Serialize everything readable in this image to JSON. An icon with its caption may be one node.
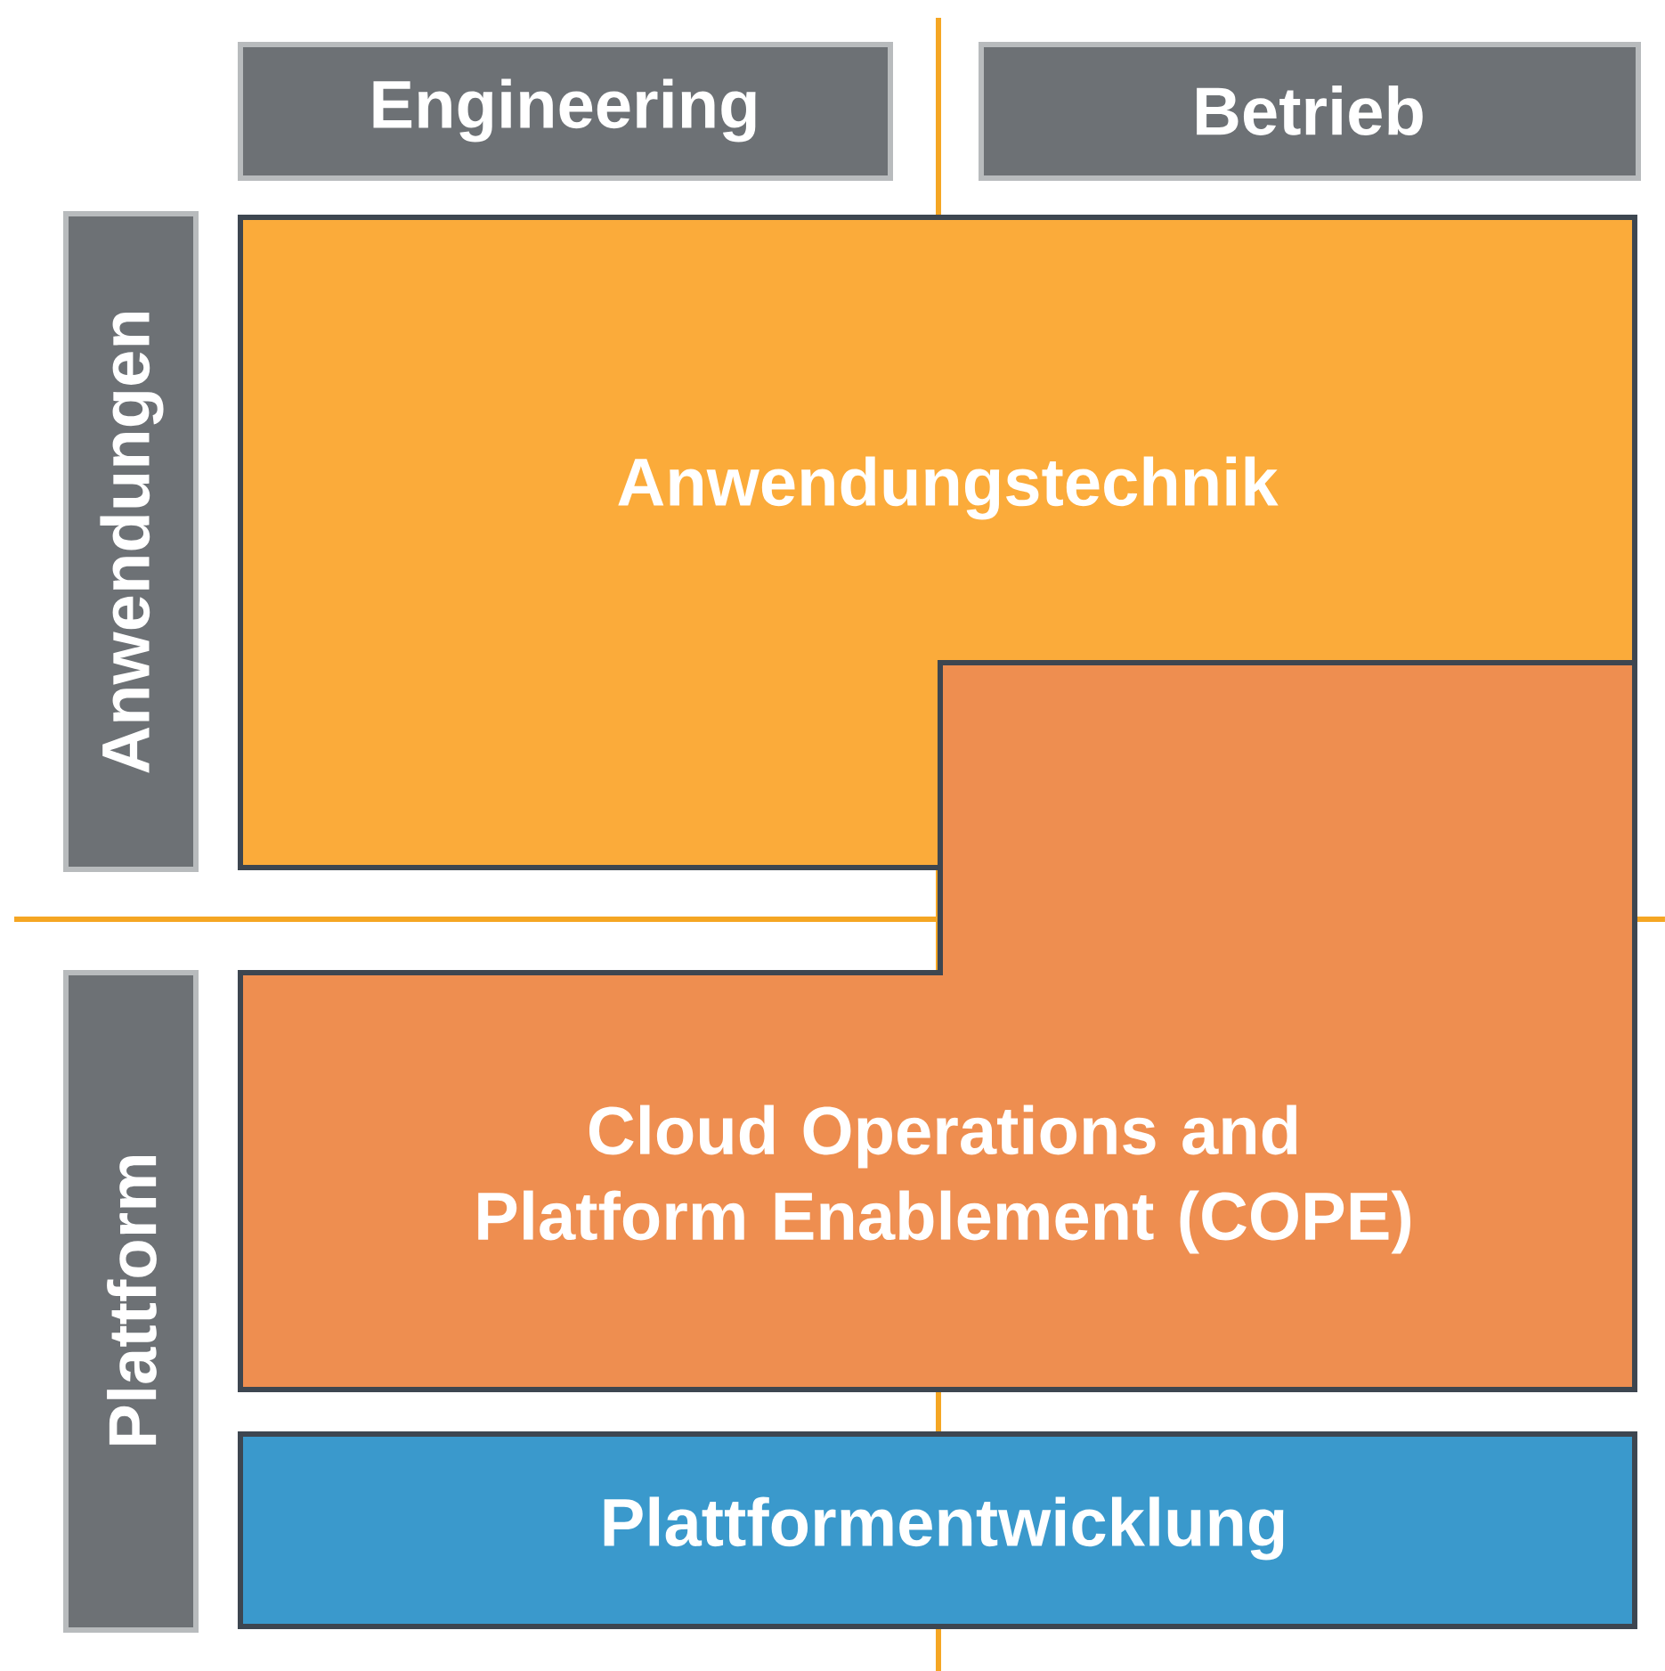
{
  "diagram": {
    "nodes": [
      {
        "text": [
          "Engineering"
        ]
      },
      {
        "text": [
          "Betrieb"
        ]
      },
      {
        "text": [
          "Anwendungen"
        ]
      },
      {
        "text": [
          "Anwendungstechnik"
        ]
      },
      {
        "text": [
          "Plattform"
        ]
      },
      {
        "text": [
          "Cloud Operations and Platform Enablement (COPE)"
        ]
      },
      {
        "text": [
          "Plattformentwicklung"
        ]
      }
    ]
  }
}
